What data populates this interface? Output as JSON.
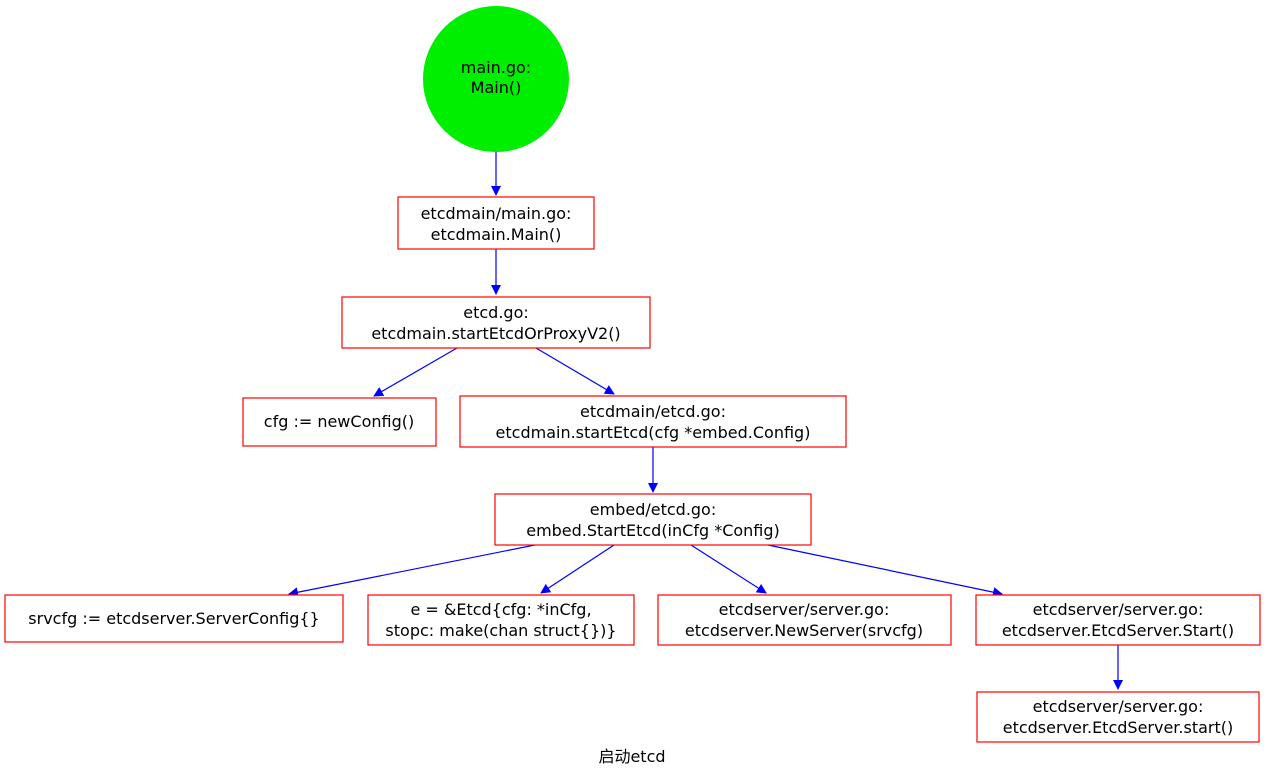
{
  "caption": "启动etcd",
  "colors": {
    "start_fill": "#00ee00",
    "box_stroke": "#ff0000",
    "edge": "#0000ff",
    "text": "#000000"
  },
  "nodes": {
    "main": {
      "line1": "main.go:",
      "line2": "Main()"
    },
    "etcdmain_main": {
      "line1": "etcdmain/main.go:",
      "line2": "etcdmain.Main()"
    },
    "start_etcd_or_proxy": {
      "line1": "etcd.go:",
      "line2": "etcdmain.startEtcdOrProxyV2()"
    },
    "new_config": {
      "line1": "cfg := newConfig()"
    },
    "start_etcd": {
      "line1": "etcdmain/etcd.go:",
      "line2": "etcdmain.startEtcd(cfg *embed.Config)"
    },
    "embed_start": {
      "line1": "embed/etcd.go:",
      "line2": "embed.StartEtcd(inCfg *Config)"
    },
    "server_config": {
      "line1": "srvcfg := etcdserver.ServerConfig{}"
    },
    "etcd_struct": {
      "line1": "e = &Etcd{cfg: *inCfg,",
      "line2": "stopc: make(chan struct{})}"
    },
    "new_server": {
      "line1": "etcdserver/server.go:",
      "line2": "etcdserver.NewServer(srvcfg)"
    },
    "server_start_public": {
      "line1": "etcdserver/server.go:",
      "line2": "etcdserver.EtcdServer.Start()"
    },
    "server_start_private": {
      "line1": "etcdserver/server.go:",
      "line2": "etcdserver.EtcdServer.start()"
    }
  }
}
